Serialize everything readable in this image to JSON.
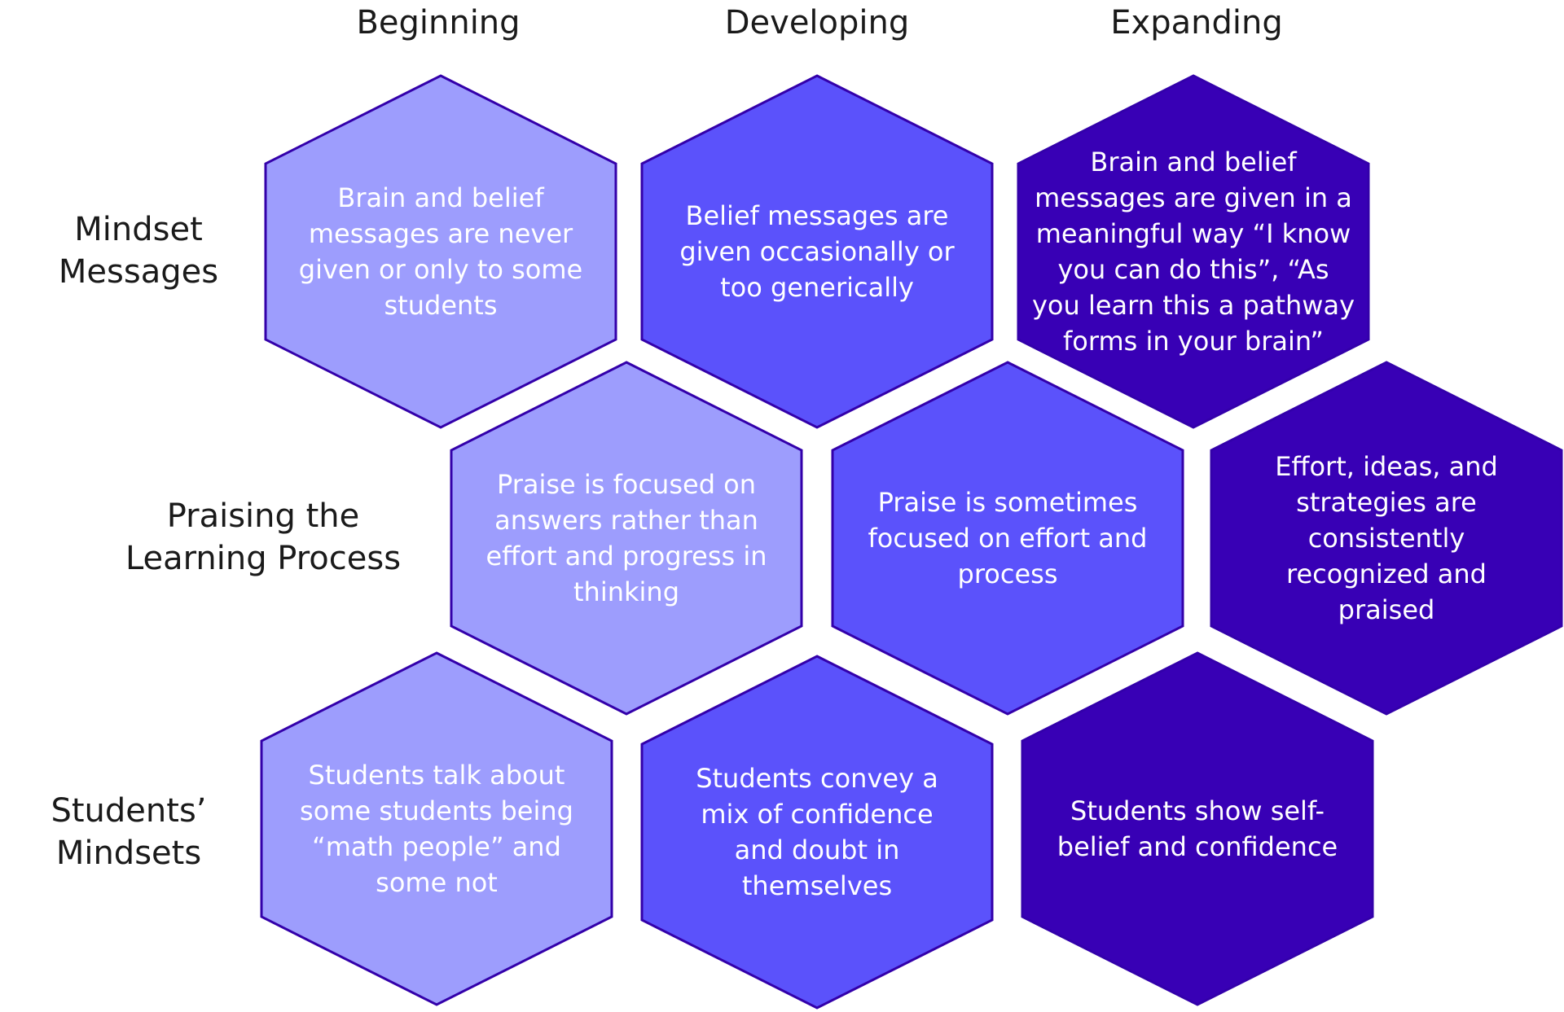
{
  "columns": [
    "Beginning",
    "Developing",
    "Expanding"
  ],
  "rows": [
    {
      "label_line1": "Mindset",
      "label_line2": "Messages"
    },
    {
      "label_line1": "Praising the",
      "label_line2": "Learning Process"
    },
    {
      "label_line1": "Students’",
      "label_line2": "Mindsets"
    }
  ],
  "cells": [
    [
      "Brain and belief messages are never given or only to some students",
      "Belief messages are given occasionally or too generically",
      "Brain and belief messages are given in a meaningful way “I know you can do this”, “As you learn this a pathway forms in your brain”"
    ],
    [
      "Praise is focused on answers rather than effort and progress in thinking",
      "Praise is sometimes focused on effort and process",
      "Effort, ideas, and strategies are consistently recognized and praised"
    ],
    [
      "Students talk about some students being “math people” and some not",
      "Students convey a mix of confidence and doubt in themselves",
      "Students show self-belief and confidence"
    ]
  ],
  "colors": {
    "beginning_fill": "#9d9dfd",
    "developing_fill": "#5b52fb",
    "expanding_fill": "#3800b5",
    "stroke": "#3300aa"
  }
}
